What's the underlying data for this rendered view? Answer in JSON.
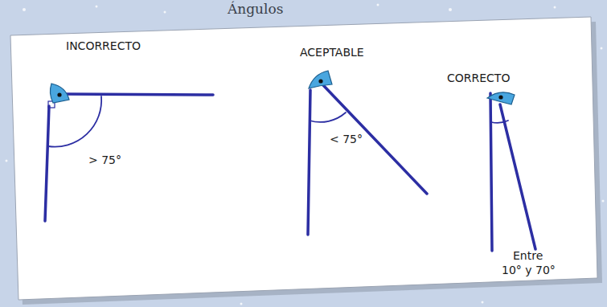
{
  "diagram": {
    "title": "Ángulos",
    "labels": [
      "INCORRECTO",
      "> 75°",
      "ACEPTABLE",
      "< 75°",
      "CORRECTO",
      "Entre",
      "10° y 70°"
    ]
  }
}
